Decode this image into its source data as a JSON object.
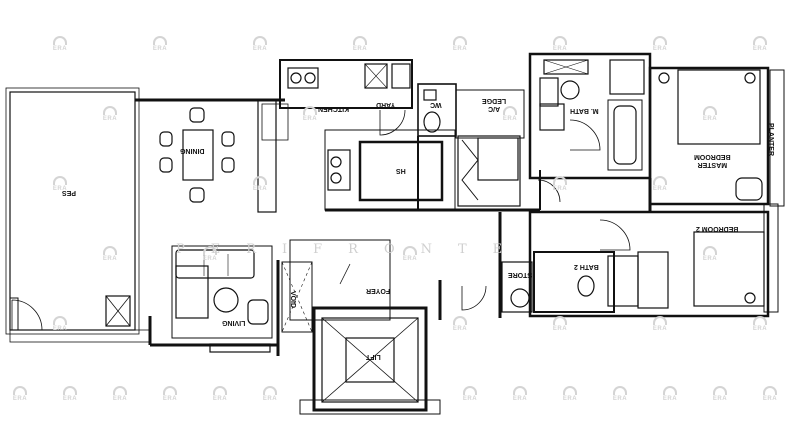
{
  "rooms": {
    "pes": "PES",
    "dining": "DINING",
    "kitchen": "KITCHEN",
    "yard": "YARD",
    "wc": "WC",
    "ac_ledge": "A/C\nLEDGE",
    "m_bath": "M. BATH",
    "master_bedroom": "MASTER\nBEDROOM",
    "planter": "PLANTER",
    "hs": "HS",
    "bedroom2": "BEDROOM 2",
    "bath2": "BATH 2",
    "store": "STORE",
    "foyer": "FOYER",
    "void": "VOID",
    "living": "LIVING",
    "lift": "LIFT"
  },
  "watermark": {
    "text": "ERA",
    "ghost_text": "PERIFRONTE"
  },
  "colors": {
    "wall": "#111111",
    "watermark": "#d4d4d4"
  }
}
